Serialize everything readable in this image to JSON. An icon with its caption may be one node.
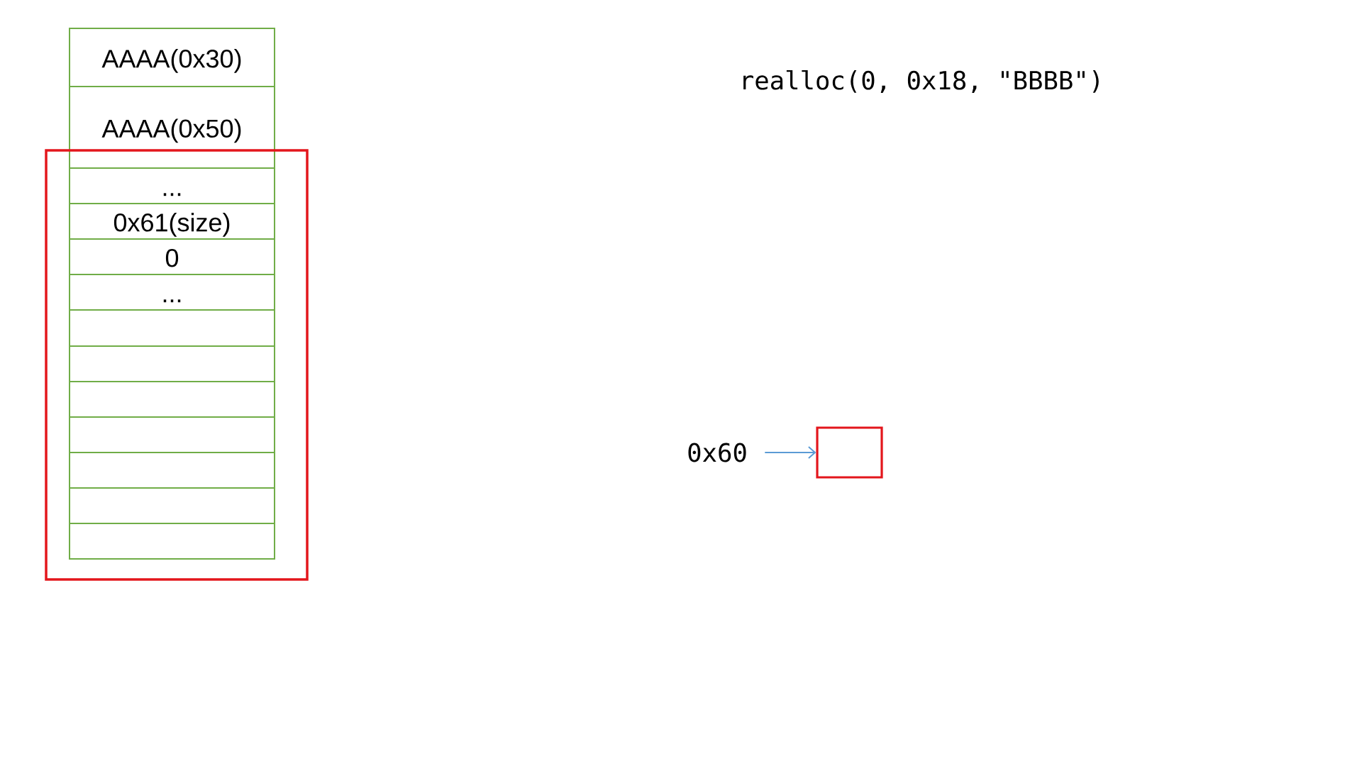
{
  "diagram": {
    "title": "realloc(0, 0x18, \"BBBB\")",
    "nodes": [
      {
        "text": [
          "AAAA(0x30)"
        ]
      },
      {
        "text": [
          "AAAA(0x50)"
        ]
      },
      {
        "text": [],
        "shape": "box"
      },
      {
        "text": [
          "..."
        ],
        "in": 2
      },
      {
        "text": [
          "0x61(size)"
        ],
        "in": 2
      },
      {
        "text": [
          "0"
        ],
        "in": 2
      },
      {
        "text": [
          "..."
        ],
        "in": 2
      },
      {
        "text": [],
        "shape": "box",
        "in": 2
      },
      {
        "text": [],
        "shape": "box",
        "in": 2
      },
      {
        "text": [],
        "shape": "box",
        "in": 2
      },
      {
        "text": [],
        "shape": "box",
        "in": 2
      },
      {
        "text": [],
        "shape": "box",
        "in": 2
      },
      {
        "text": [],
        "shape": "box",
        "in": 2
      },
      {
        "text": [],
        "shape": "box",
        "in": 2
      },
      {
        "text": [
          "0x60"
        ]
      },
      {
        "text": [],
        "shape": "box"
      }
    ],
    "edges": [
      {
        "from": 14,
        "to": 15,
        "arrow": "to"
      }
    ]
  }
}
